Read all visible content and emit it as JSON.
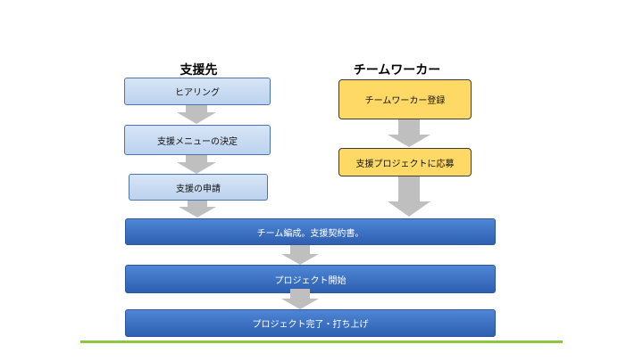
{
  "headings": {
    "client": "支援先",
    "team_worker": "チームワーカー"
  },
  "client_steps": [
    {
      "label": "ヒアリング"
    },
    {
      "label": "支援メニューの決定"
    },
    {
      "label": "支援の申請"
    }
  ],
  "worker_steps": [
    {
      "label": "チームワーカー登録"
    },
    {
      "label": "支援プロジェクトに応募"
    }
  ],
  "shared_steps": [
    {
      "label": "チーム編成。支援契約書。"
    },
    {
      "label": "プロジェクト開始"
    },
    {
      "label": "プロジェクト完了・打ち上げ"
    }
  ],
  "colors": {
    "client_box": "#c5d9f1",
    "worker_box": "#ffd966",
    "shared_box": "#3a6fc4",
    "arrow": "#bfbfbf",
    "baseline": "#8dc63f"
  }
}
